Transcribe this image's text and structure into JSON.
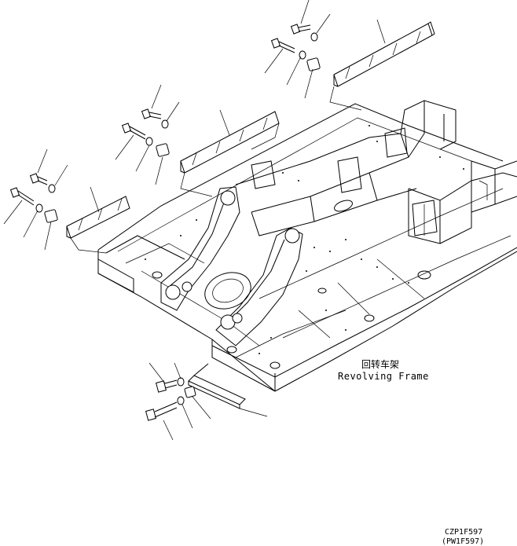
{
  "labels": {
    "frame_cn": "回转车架",
    "frame_en": "Revolving Frame",
    "code_primary": "CZP1F597",
    "code_secondary": "(PW1F597)"
  },
  "colors": {
    "line": "#000000",
    "background": "#ffffff"
  }
}
